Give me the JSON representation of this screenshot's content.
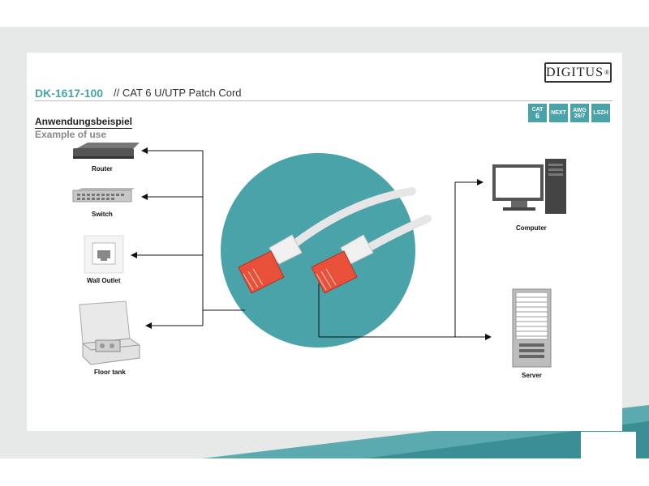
{
  "brand": {
    "logo_text": "DIGITUS",
    "registered": "®"
  },
  "product": {
    "code": "DK-1617-100",
    "name": "// CAT 6 U/UTP Patch Cord"
  },
  "section": {
    "heading_de": "Anwendungsbeispiel",
    "heading_en": "Example of use"
  },
  "badges": [
    {
      "line1": "CAT",
      "line2": "6",
      "line3": ""
    },
    {
      "line1": "NEXT",
      "line2": "",
      "line3": ""
    },
    {
      "line1": "AWG",
      "line2": "26/7",
      "line3": ""
    },
    {
      "line1": "LSZH",
      "line2": "",
      "line3": ""
    }
  ],
  "devices": {
    "router": "Router",
    "switch": "Switch",
    "wall_outlet": "Wall Outlet",
    "floor_tank": "Floor tank",
    "computer": "Computer",
    "server": "Server"
  },
  "colors": {
    "teal": "#4aa3a8",
    "connector": "#e8503a",
    "cable": "#e6e6e6",
    "band": "#e7e8e8"
  }
}
